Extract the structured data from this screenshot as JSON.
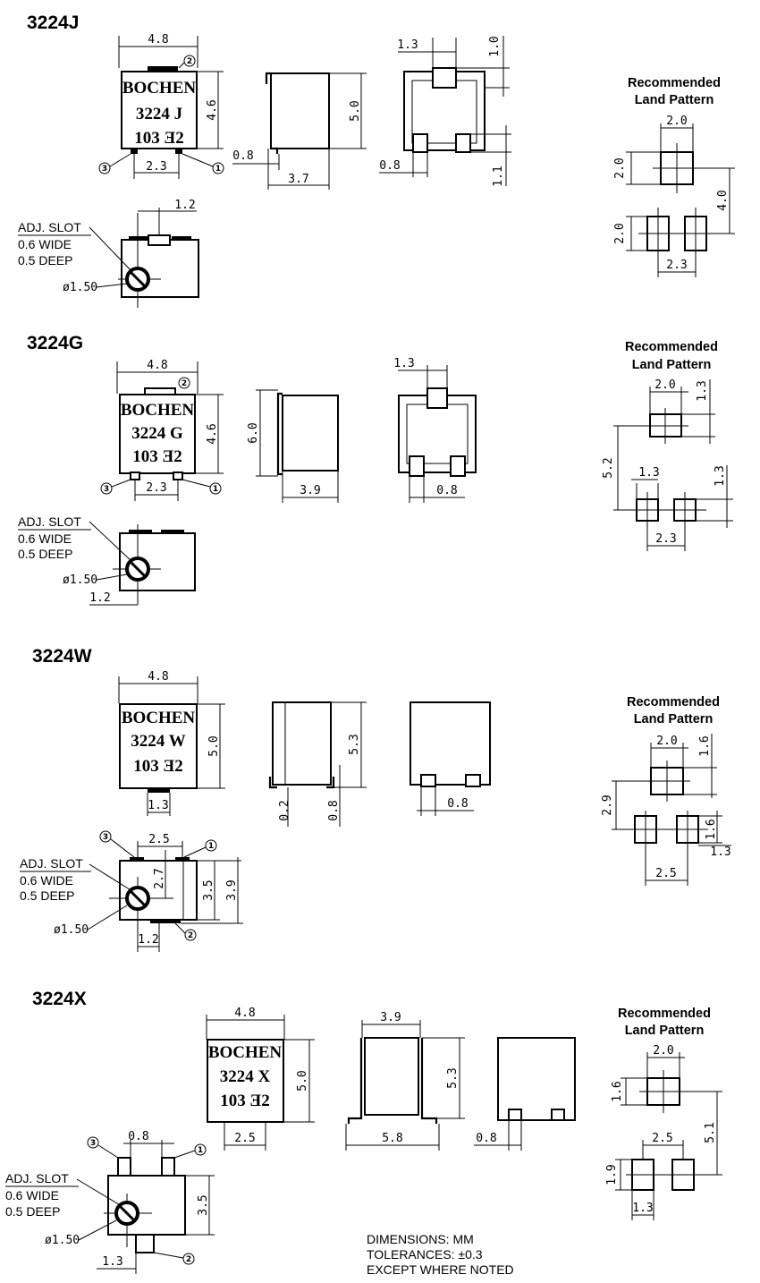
{
  "models": {
    "j": {
      "title": "3224J",
      "mark": [
        "BOCHEN",
        "3224 J",
        "103 Ǝ2"
      ],
      "dims": {
        "w48": "4.8",
        "h46": "4.6",
        "p23": "2.3",
        "s08": "0.8",
        "s50": "5.0",
        "s37": "3.7",
        "b13": "1.3",
        "b10": "1.0",
        "b08": "0.8",
        "b11": "1.1",
        "a12": "1.2",
        "dia": "ø1.50"
      },
      "land": {
        "title1": "Recommended",
        "title2": "Land Pattern",
        "w20": "2.0",
        "h20a": "2.0",
        "h20b": "2.0",
        "h40": "4.0",
        "p23": "2.3"
      }
    },
    "g": {
      "title": "3224G",
      "mark": [
        "BOCHEN",
        "3224 G",
        "103 Ǝ2"
      ],
      "dims": {
        "w48": "4.8",
        "h46": "4.6",
        "p23": "2.3",
        "s60": "6.0",
        "s39": "3.9",
        "b13": "1.3",
        "b08": "0.8",
        "a12": "1.2",
        "dia": "ø1.50"
      },
      "land": {
        "title1": "Recommended",
        "title2": "Land Pattern",
        "w20": "2.0",
        "h13a": "1.3",
        "h52": "5.2",
        "w13": "1.3",
        "h13b": "1.3",
        "p23": "2.3"
      }
    },
    "w": {
      "title": "3224W",
      "mark": [
        "BOCHEN",
        "3224 W",
        "103 Ǝ2"
      ],
      "dims": {
        "w48": "4.8",
        "h50": "5.0",
        "p13": "1.3",
        "s53": "5.3",
        "s02": "0.2",
        "s08": "0.8",
        "b08": "0.8",
        "a25": "2.5",
        "a27": "2.7",
        "a35": "3.5",
        "a39": "3.9",
        "a12": "1.2",
        "dia": "ø1.50"
      },
      "land": {
        "title1": "Recommended",
        "title2": "Land Pattern",
        "w20": "2.0",
        "h16a": "1.6",
        "h29": "2.9",
        "h16b": "1.6",
        "h13": "1.3",
        "p25": "2.5"
      }
    },
    "x": {
      "title": "3224X",
      "mark": [
        "BOCHEN",
        "3224 X",
        "103 Ǝ2"
      ],
      "dims": {
        "w48": "4.8",
        "h50": "5.0",
        "p25": "2.5",
        "s39": "3.9",
        "s53": "5.3",
        "s58": "5.8",
        "b08": "0.8",
        "a08": "0.8",
        "a35": "3.5",
        "a13": "1.3",
        "dia": "ø1.50"
      },
      "land": {
        "title1": "Recommended",
        "title2": "Land Pattern",
        "w20": "2.0",
        "h16": "1.6",
        "h51": "5.1",
        "p25": "2.5",
        "h19": "1.9",
        "w13": "1.3"
      }
    }
  },
  "adj": {
    "label": "ADJ. SLOT",
    "wide": "0.6 WIDE",
    "deep": "0.5 DEEP"
  },
  "pins": {
    "p1": "1",
    "p2": "2",
    "p3": "3"
  },
  "notes": {
    "l1": "DIMENSIONS: MM",
    "l2": "TOLERANCES: ±0.3",
    "l3": "EXCEPT WHERE NOTED"
  }
}
